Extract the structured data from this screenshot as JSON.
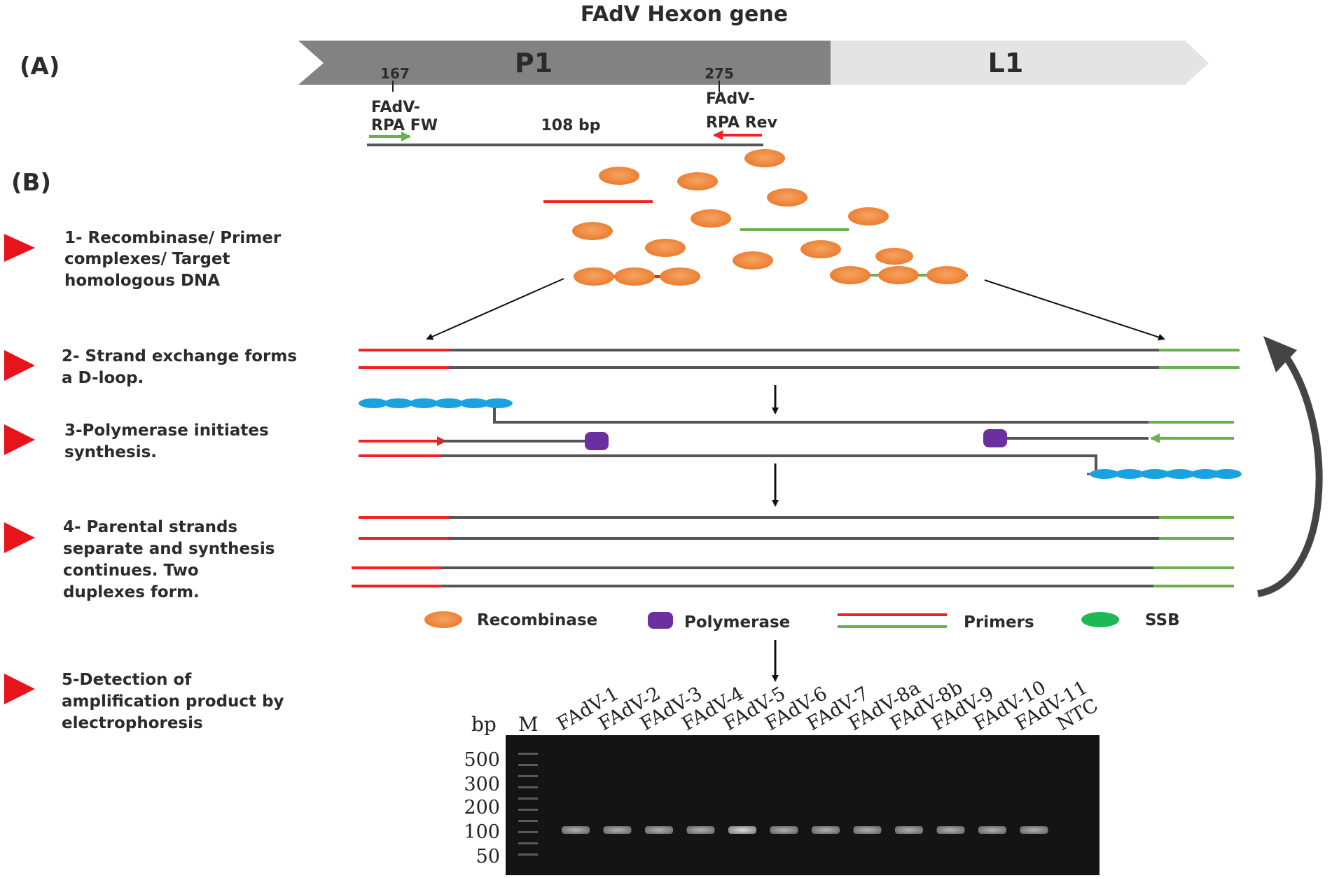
{
  "title": "FAdV Hexon gene",
  "panel_a": {
    "label": "(A)",
    "region_p1": "P1",
    "region_l1": "L1",
    "pos_start": "167",
    "pos_end": "275",
    "fw_primer": [
      "FAdV-",
      "RPA FW"
    ],
    "rev_primer": [
      "FAdV-",
      "RPA Rev"
    ],
    "amplicon": "108 bp"
  },
  "panel_b": {
    "label": "(B)",
    "steps": [
      {
        "lines": [
          "1- Recombinase/ Primer",
          "complexes/ Target",
          "homologous  DNA"
        ]
      },
      {
        "lines": [
          "2- Strand exchange forms",
          "a D-loop."
        ]
      },
      {
        "lines": [
          "3-Polymerase initiates",
          "synthesis."
        ]
      },
      {
        "lines": [
          "4- Parental strands",
          "separate and synthesis",
          "continues. Two",
          "duplexes form."
        ]
      },
      {
        "lines": [
          "5-Detection of",
          "amplification product by",
          "electrophoresis"
        ]
      }
    ]
  },
  "legend": {
    "recombinase": "Recombinase",
    "polymerase": "Polymerase",
    "primers": "Primers",
    "ssb": "SSB"
  },
  "gel": {
    "bp_label": "bp",
    "marker_label": "M",
    "lanes": [
      "FAdV-1",
      "FAdV-2",
      "FAdV-3",
      "FAdV-4",
      "FAdV-5",
      "FAdV-6",
      "FAdV-7",
      "FAdV-8a",
      "FAdV-8b",
      "FAdV-9",
      "FAdV-10",
      "FAdV-11",
      "NTC"
    ],
    "ladder": [
      "500",
      "300",
      "200",
      "100",
      "50"
    ]
  },
  "colors": {
    "recombinase": "#f0883a",
    "polymerase": "#6b2fa0",
    "ssb": "#1aa2e0",
    "ssb_legend": "#1db954",
    "primer_red": "#f22222",
    "primer_green": "#6ab04c",
    "strand": "#555555",
    "step_marker": "#e8141c"
  }
}
